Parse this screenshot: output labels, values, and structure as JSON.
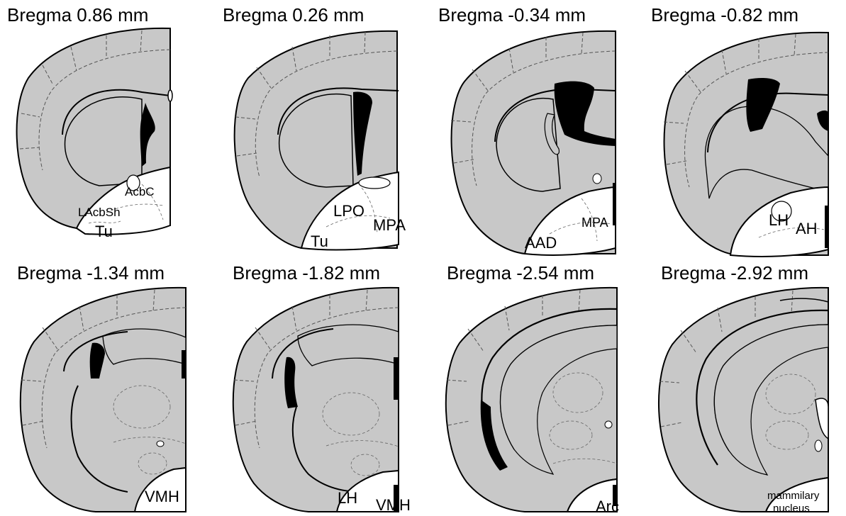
{
  "panels": [
    {
      "title": "Bregma 0.86 mm",
      "labels": [
        "AcbC",
        "LAcbSh",
        "Tu"
      ]
    },
    {
      "title": "Bregma 0.26 mm",
      "labels": [
        "LPO",
        "MPA",
        "Tu"
      ]
    },
    {
      "title": "Bregma -0.34 mm",
      "labels": [
        "MPA",
        "AAD"
      ]
    },
    {
      "title": "Bregma -0.82 mm",
      "labels": [
        "LH",
        "AH"
      ]
    },
    {
      "title": "Bregma -1.34 mm",
      "labels": [
        "VMH"
      ]
    },
    {
      "title": "Bregma -1.82 mm",
      "labels": [
        "LH",
        "VMH"
      ]
    },
    {
      "title": "Bregma -2.54 mm",
      "labels": [
        "Arc"
      ]
    },
    {
      "title": "Bregma -2.92 mm",
      "labels": [
        "mammilary",
        "nucleus"
      ]
    }
  ],
  "colors": {
    "cortex_fill": "#c8c8c8",
    "ventricle_fill": "#000000",
    "highlight_fill": "#ffffff",
    "outline": "#000000",
    "dashed": "#555555"
  }
}
